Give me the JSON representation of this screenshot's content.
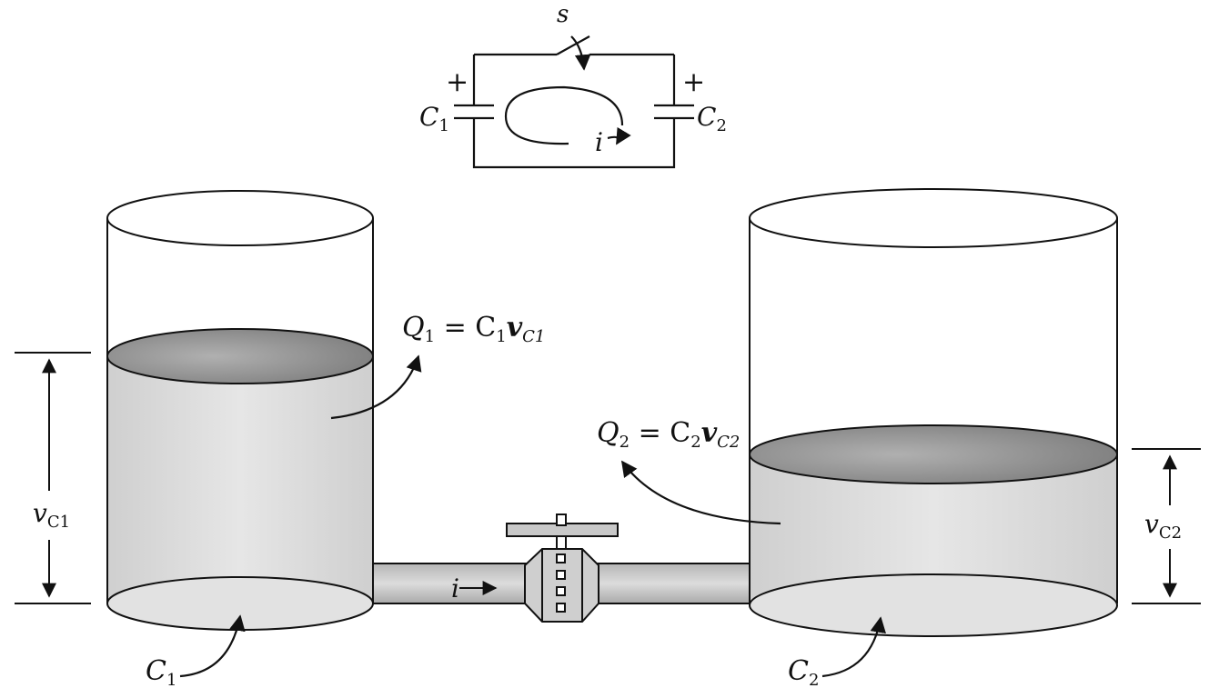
{
  "circuit": {
    "switch_label": "s",
    "c1_label": "C",
    "c1_sub": "1",
    "c2_label": "C",
    "c2_sub": "2",
    "current_label": "i",
    "plus_left": "+",
    "plus_right": "+"
  },
  "tank_left": {
    "charge_label_Q": "Q",
    "charge_label_Q_sub": "1",
    "charge_label_eq": " = C",
    "charge_label_C_sub": "1",
    "charge_label_v": "v",
    "charge_label_v_sub": "C1",
    "level_label": "v",
    "level_label_sub": "C1",
    "capacity_label": "C",
    "capacity_label_sub": "1"
  },
  "tank_right": {
    "charge_label_Q": "Q",
    "charge_label_Q_sub": "2",
    "charge_label_eq": " = C",
    "charge_label_C_sub": "2",
    "charge_label_v": "v",
    "charge_label_v_sub": "C2",
    "level_label": "v",
    "level_label_sub": "C2",
    "capacity_label": "C",
    "capacity_label_sub": "2"
  },
  "pipe": {
    "flow_label": "i"
  },
  "colors": {
    "water_side": "#d9d9d9",
    "water_top": "#8f8f8f",
    "pipe": "#c4c4c4",
    "valve": "#cfcfcf"
  }
}
